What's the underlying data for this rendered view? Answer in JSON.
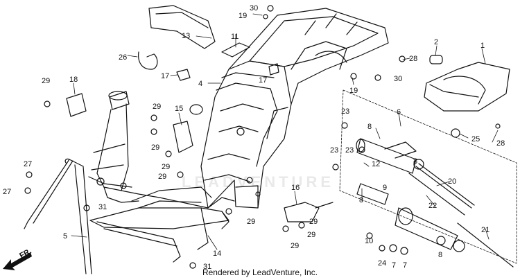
{
  "diagram": {
    "watermark": "LEADVENTURE",
    "credit": "Rendered by LeadVenture, Inc.",
    "direction_label": "FR.",
    "callouts": [
      "1",
      "2",
      "4",
      "5",
      "6",
      "7",
      "7",
      "8",
      "8",
      "8",
      "8",
      "9",
      "10",
      "11",
      "12",
      "13",
      "14",
      "15",
      "16",
      "17",
      "17",
      "18",
      "19",
      "19",
      "20",
      "21",
      "22",
      "23",
      "23",
      "23",
      "24",
      "25",
      "26",
      "27",
      "27",
      "28",
      "28",
      "29",
      "29",
      "29",
      "29",
      "29",
      "29",
      "29",
      "29",
      "29",
      "30",
      "30",
      "31",
      "31"
    ]
  }
}
